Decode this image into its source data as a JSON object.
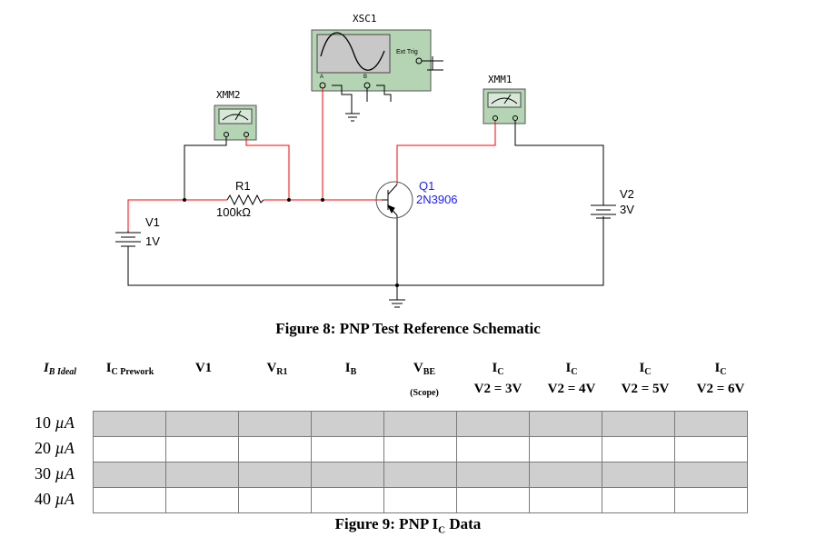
{
  "schematic": {
    "scope": {
      "label": "XSC1",
      "trig_label": "Ext Trig",
      "chan_a": "A",
      "chan_b": "B"
    },
    "xmm2": {
      "label": "XMM2"
    },
    "xmm1": {
      "label": "XMM1"
    },
    "r1": {
      "name": "R1",
      "value": "100kΩ"
    },
    "q1": {
      "name": "Q1",
      "part": "2N3906"
    },
    "v1": {
      "name": "V1",
      "value": "1V"
    },
    "v2": {
      "name": "V2",
      "value": "3V"
    },
    "colors": {
      "wire_red": "#ff0000",
      "wire_black": "#000000",
      "label_blue": "#1a1aff",
      "instrument_green": "#b4d4b4",
      "scope_screen": "#c8c8c8"
    }
  },
  "figure8_caption": "Figure 8: PNP Test Reference Schematic",
  "table": {
    "headers": [
      {
        "main": "I",
        "sub": "B Ideal",
        "extra": ""
      },
      {
        "main": "I",
        "sub": "C Prework",
        "extra": ""
      },
      {
        "main": "V1",
        "sub": "",
        "extra": ""
      },
      {
        "main": "V",
        "sub": "R1",
        "extra": ""
      },
      {
        "main": "I",
        "sub": "B",
        "extra": ""
      },
      {
        "main": "V",
        "sub": "BE",
        "extra": "(Scope)"
      },
      {
        "main": "I",
        "sub": "C",
        "extra": "V2 = 3V"
      },
      {
        "main": "I",
        "sub": "C",
        "extra": "V2 = 4V"
      },
      {
        "main": "I",
        "sub": "C",
        "extra": "V2 = 5V"
      },
      {
        "main": "I",
        "sub": "C",
        "extra": "V2 = 6V"
      }
    ],
    "rows": [
      {
        "value": "10 ",
        "unit": "µA"
      },
      {
        "value": "20 ",
        "unit": "µA"
      },
      {
        "value": "30 ",
        "unit": "µA"
      },
      {
        "value": "40 ",
        "unit": "µA"
      }
    ]
  },
  "figure9_caption": {
    "prefix": "Figure 9: PNP I",
    "sub": "C",
    "suffix": " Data"
  }
}
